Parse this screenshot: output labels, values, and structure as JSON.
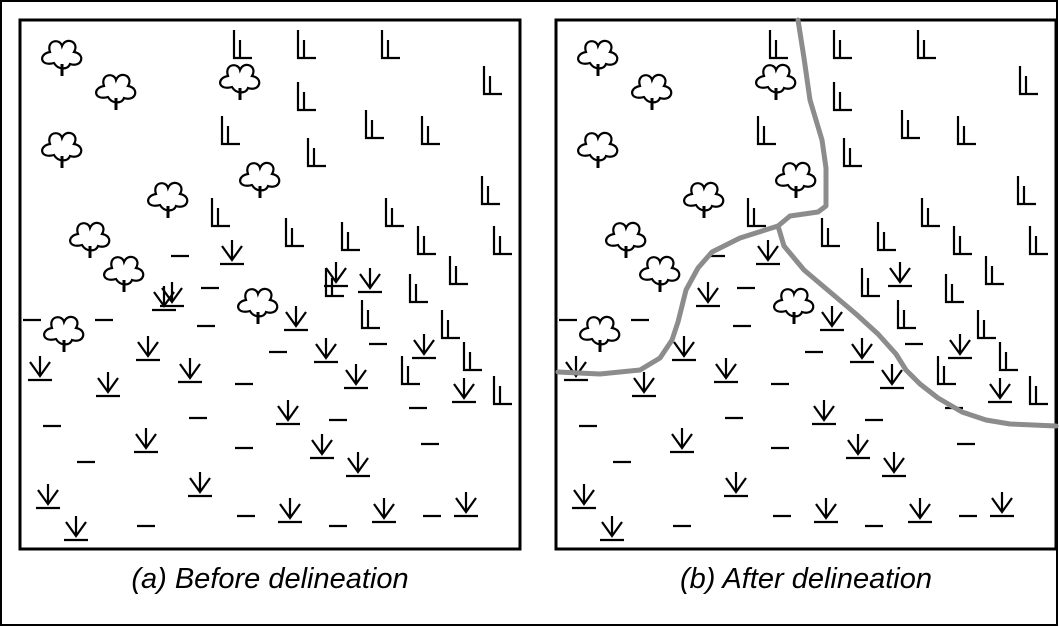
{
  "panels": [
    {
      "caption": "(a) Before delineation",
      "boundary_drawn": false,
      "symbols": {
        "tree": [
          [
            62,
            58
          ],
          [
            116,
            92
          ],
          [
            240,
            82
          ],
          [
            62,
            150
          ],
          [
            168,
            200
          ],
          [
            260,
            180
          ],
          [
            90,
            240
          ],
          [
            124,
            274
          ],
          [
            258,
            306
          ],
          [
            64,
            334
          ]
        ],
        "grass": [
          [
            240,
            44
          ],
          [
            304,
            44
          ],
          [
            388,
            44
          ],
          [
            490,
            80
          ],
          [
            304,
            96
          ],
          [
            372,
            124
          ],
          [
            228,
            130
          ],
          [
            428,
            130
          ],
          [
            314,
            152
          ],
          [
            488,
            190
          ],
          [
            218,
            212
          ],
          [
            392,
            212
          ],
          [
            292,
            232
          ],
          [
            348,
            236
          ],
          [
            424,
            240
          ],
          [
            500,
            240
          ],
          [
            456,
            270
          ],
          [
            332,
            282
          ],
          [
            416,
            288
          ],
          [
            368,
            314
          ],
          [
            448,
            324
          ],
          [
            470,
            356
          ],
          [
            408,
            370
          ],
          [
            500,
            390
          ]
        ],
        "marsh": [
          [
            232,
            254
          ],
          [
            172,
            296
          ],
          [
            164,
            300
          ],
          [
            336,
            276
          ],
          [
            370,
            282
          ],
          [
            296,
            320
          ],
          [
            148,
            350
          ],
          [
            40,
            370
          ],
          [
            190,
            372
          ],
          [
            326,
            352
          ],
          [
            424,
            348
          ],
          [
            356,
            378
          ],
          [
            464,
            392
          ],
          [
            108,
            386
          ],
          [
            288,
            414
          ],
          [
            322,
            448
          ],
          [
            146,
            442
          ],
          [
            358,
            466
          ],
          [
            200,
            486
          ],
          [
            48,
            498
          ],
          [
            290,
            512
          ],
          [
            384,
            512
          ],
          [
            466,
            506
          ],
          [
            76,
            530
          ]
        ],
        "water": [
          [
            180,
            256
          ],
          [
            210,
            288
          ],
          [
            32,
            320
          ],
          [
            104,
            320
          ],
          [
            206,
            326
          ],
          [
            278,
            352
          ],
          [
            378,
            344
          ],
          [
            244,
            384
          ],
          [
            418,
            408
          ],
          [
            52,
            426
          ],
          [
            198,
            418
          ],
          [
            244,
            448
          ],
          [
            338,
            420
          ],
          [
            430,
            444
          ],
          [
            86,
            462
          ],
          [
            246,
            516
          ],
          [
            338,
            526
          ],
          [
            432,
            516
          ],
          [
            146,
            526
          ]
        ]
      }
    },
    {
      "caption": "(b) After delineation",
      "boundary_drawn": true,
      "symbols": {
        "tree": [
          [
            598,
            58
          ],
          [
            652,
            92
          ],
          [
            776,
            82
          ],
          [
            598,
            150
          ],
          [
            704,
            200
          ],
          [
            796,
            180
          ],
          [
            626,
            240
          ],
          [
            660,
            274
          ],
          [
            794,
            306
          ],
          [
            600,
            334
          ]
        ],
        "grass": [
          [
            776,
            44
          ],
          [
            840,
            44
          ],
          [
            924,
            44
          ],
          [
            1026,
            80
          ],
          [
            840,
            96
          ],
          [
            908,
            124
          ],
          [
            764,
            130
          ],
          [
            964,
            130
          ],
          [
            850,
            152
          ],
          [
            1024,
            190
          ],
          [
            754,
            212
          ],
          [
            928,
            212
          ],
          [
            828,
            232
          ],
          [
            884,
            236
          ],
          [
            960,
            240
          ],
          [
            1036,
            240
          ],
          [
            992,
            270
          ],
          [
            868,
            282
          ],
          [
            952,
            288
          ],
          [
            904,
            314
          ],
          [
            984,
            324
          ],
          [
            1006,
            356
          ],
          [
            944,
            370
          ],
          [
            1036,
            390
          ]
        ],
        "marsh": [
          [
            768,
            254
          ],
          [
            708,
            296
          ],
          [
            900,
            276
          ],
          [
            832,
            320
          ],
          [
            684,
            350
          ],
          [
            576,
            370
          ],
          [
            726,
            372
          ],
          [
            862,
            352
          ],
          [
            960,
            348
          ],
          [
            892,
            378
          ],
          [
            1000,
            392
          ],
          [
            644,
            386
          ],
          [
            824,
            414
          ],
          [
            858,
            448
          ],
          [
            682,
            442
          ],
          [
            894,
            466
          ],
          [
            736,
            486
          ],
          [
            584,
            498
          ],
          [
            826,
            512
          ],
          [
            920,
            512
          ],
          [
            1002,
            506
          ],
          [
            612,
            530
          ]
        ],
        "water": [
          [
            716,
            256
          ],
          [
            746,
            288
          ],
          [
            568,
            320
          ],
          [
            640,
            320
          ],
          [
            742,
            326
          ],
          [
            814,
            352
          ],
          [
            914,
            344
          ],
          [
            780,
            384
          ],
          [
            954,
            408
          ],
          [
            588,
            426
          ],
          [
            734,
            418
          ],
          [
            780,
            448
          ],
          [
            874,
            420
          ],
          [
            966,
            444
          ],
          [
            622,
            462
          ],
          [
            782,
            516
          ],
          [
            874,
            526
          ],
          [
            968,
            516
          ],
          [
            682,
            526
          ]
        ]
      }
    }
  ],
  "colors": {
    "frame": "#000000",
    "symbol": "#000000",
    "boundary": "#8c8c8c",
    "background": "#ffffff"
  }
}
